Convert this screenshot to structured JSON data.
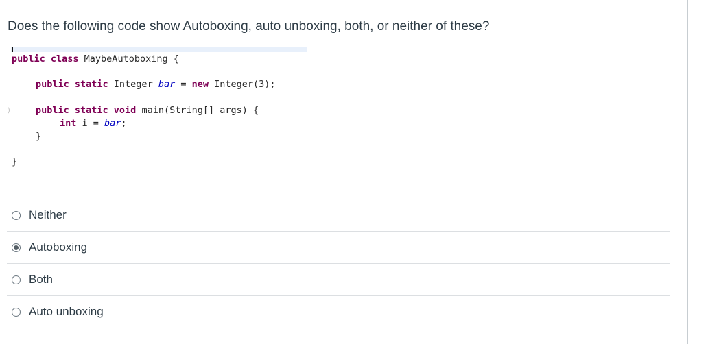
{
  "question": {
    "text": "Does the following code show Autoboxing, auto unboxing, both, or neither of these?"
  },
  "code": {
    "line1_kw": "public class ",
    "line1_rest": "MaybeAutoboxing {",
    "line2_kw": "public static ",
    "line2_type": "Integer ",
    "line2_field": "bar",
    "line2_eq": " = ",
    "line2_new": "new ",
    "line2_rest": "Integer(3);",
    "line3_kw": "public static void ",
    "line3_rest": "main(String[] args) {",
    "line4_kw": "int ",
    "line4_mid": "i = ",
    "line4_field": "bar",
    "line4_end": ";",
    "line5": "}",
    "line6": "}",
    "gutter_mark": ")"
  },
  "options": [
    {
      "label": "Neither",
      "selected": false
    },
    {
      "label": "Autoboxing",
      "selected": true
    },
    {
      "label": "Both",
      "selected": false
    },
    {
      "label": "Auto unboxing",
      "selected": false
    }
  ]
}
